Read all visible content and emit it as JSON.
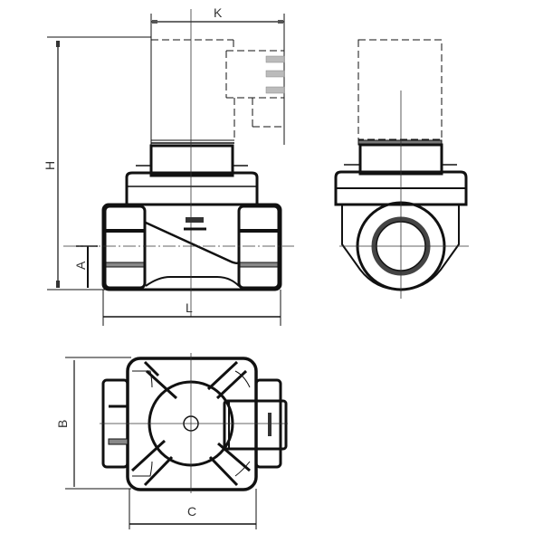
{
  "diagram": {
    "type": "engineering orthographic drawing",
    "subject": "solenoid valve",
    "colors": {
      "line": "#111111",
      "thin": "#333333",
      "hatch": "#888888",
      "background": "#ffffff"
    },
    "views": [
      {
        "name": "front-view",
        "label": ""
      },
      {
        "name": "side-view",
        "label": ""
      },
      {
        "name": "top-view",
        "label": ""
      }
    ],
    "dimensions": {
      "K": "K",
      "H": "H",
      "A": "A",
      "L": "L",
      "B": "B",
      "C": "C"
    }
  }
}
